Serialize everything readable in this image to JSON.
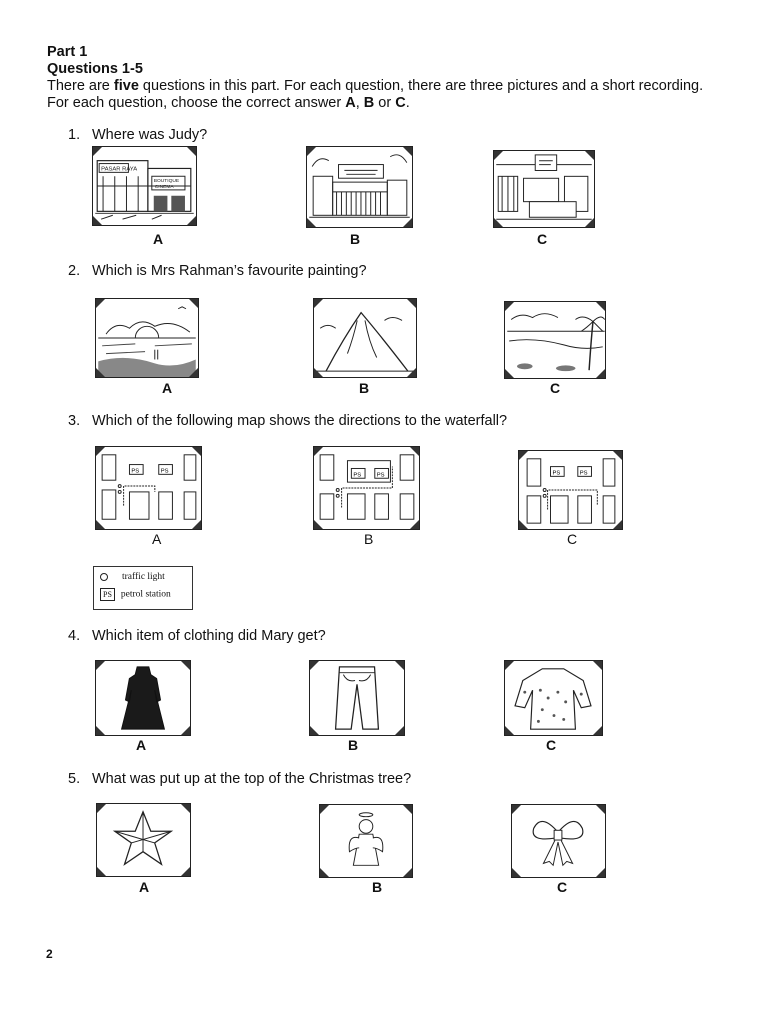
{
  "header": {
    "part": "Part 1",
    "qrange": "Questions 1-5",
    "intro_a": "There are ",
    "intro_bold": "five",
    "intro_b": " questions in this part. For each question, there are three pictures and a short recording. For each question, choose the correct answer ",
    "opt_a": "A",
    "sep1": ", ",
    "opt_b": "B",
    "sep2": " or ",
    "opt_c": "C",
    "end": "."
  },
  "questions": [
    {
      "num": "1.",
      "text": "Where was Judy?",
      "labels": [
        "A",
        "B",
        "C"
      ]
    },
    {
      "num": "2.",
      "text": "Which is Mrs Rahman’s favourite painting?",
      "labels": [
        "A",
        "B",
        "C"
      ]
    },
    {
      "num": "3.",
      "text": "Which of the following map shows the directions to the waterfall?",
      "labels": [
        "A",
        "B",
        "C"
      ]
    },
    {
      "num": "4.",
      "text": "Which item of clothing did Mary get?",
      "labels": [
        "A",
        "B",
        "C"
      ]
    },
    {
      "num": "5.",
      "text": "What was put up at the top of the Christmas tree?",
      "labels": [
        "A",
        "B",
        "C"
      ]
    }
  ],
  "sketch_text": {
    "store_sign_1": "PASAR RAYA",
    "store_sign_2": "BOUTIQUE",
    "store_sign_3": "CINEMA",
    "ps": "PS"
  },
  "legend": {
    "traffic_light": "traffic light",
    "ps_symbol": "PS",
    "petrol_station": "petrol station"
  },
  "page_number": "2"
}
